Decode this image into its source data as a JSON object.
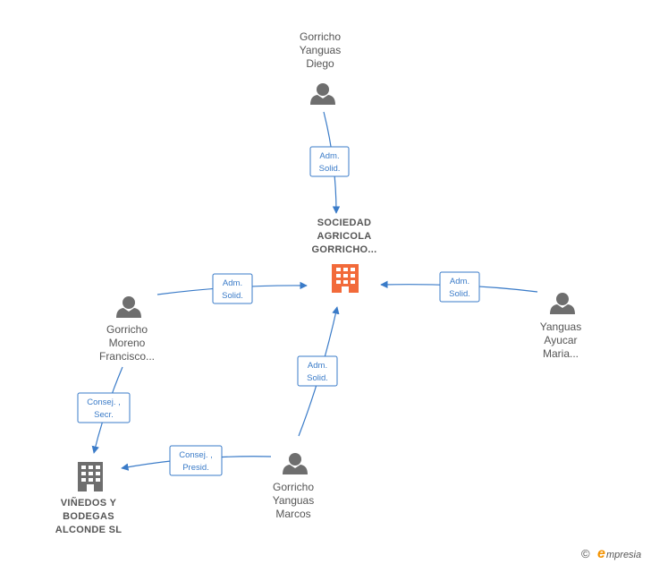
{
  "colors": {
    "edge": "#3a7bc8",
    "person": "#6e6e6e",
    "company_main": "#f26a3a",
    "company": "#6e6e6e"
  },
  "nodes": {
    "diego": {
      "lines": [
        "Gorricho",
        "Yanguas",
        "Diego"
      ],
      "icon": "person-icon"
    },
    "main": {
      "lines": [
        "SOCIEDAD",
        "AGRICOLA",
        "GORRICHO..."
      ],
      "icon": "building-icon"
    },
    "francisco": {
      "lines": [
        "Gorricho",
        "Moreno",
        "Francisco..."
      ],
      "icon": "person-icon"
    },
    "maria": {
      "lines": [
        "Yanguas",
        "Ayucar",
        "Maria..."
      ],
      "icon": "person-icon"
    },
    "marcos": {
      "lines": [
        "Gorricho",
        "Yanguas",
        "Marcos"
      ],
      "icon": "person-icon"
    },
    "vinedos": {
      "lines": [
        "VIÑEDOS Y",
        "BODEGAS",
        "ALCONDE SL"
      ],
      "icon": "building-icon"
    }
  },
  "edges": {
    "diego_main": {
      "lines": [
        "Adm.",
        "Solid."
      ]
    },
    "francisco_main": {
      "lines": [
        "Adm.",
        "Solid."
      ]
    },
    "maria_main": {
      "lines": [
        "Adm.",
        "Solid."
      ]
    },
    "marcos_main": {
      "lines": [
        "Adm.",
        "Solid."
      ]
    },
    "francisco_vinedos": {
      "lines": [
        "Consej. ,",
        "Secr."
      ]
    },
    "marcos_vinedos": {
      "lines": [
        "Consej. ,",
        "Presid."
      ]
    }
  },
  "brand": {
    "copyright": "©",
    "initial": "e",
    "rest": "mpresia"
  }
}
